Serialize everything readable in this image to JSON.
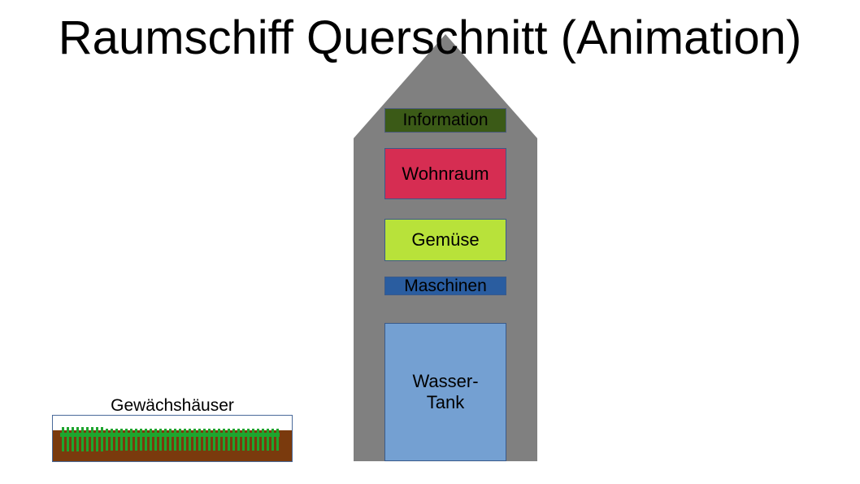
{
  "title": "Raumschiff Querschnitt (Animation)",
  "modules": {
    "information": "Information",
    "wohnraum": "Wohnraum",
    "gemuese": "Gemüse",
    "maschinen": "Maschinen",
    "wassertank": "Wasser-\nTank"
  },
  "greenhouse": {
    "label": "Gewächshäuser"
  },
  "colors": {
    "hull": "#808080",
    "information": "#3b5a17",
    "wohnraum": "#d62d52",
    "gemuese": "#b8e23a",
    "maschinen": "#2a5da0",
    "wassertank": "#74a0d2",
    "soil": "#7a3a0d",
    "plants": "#1ea52e"
  }
}
